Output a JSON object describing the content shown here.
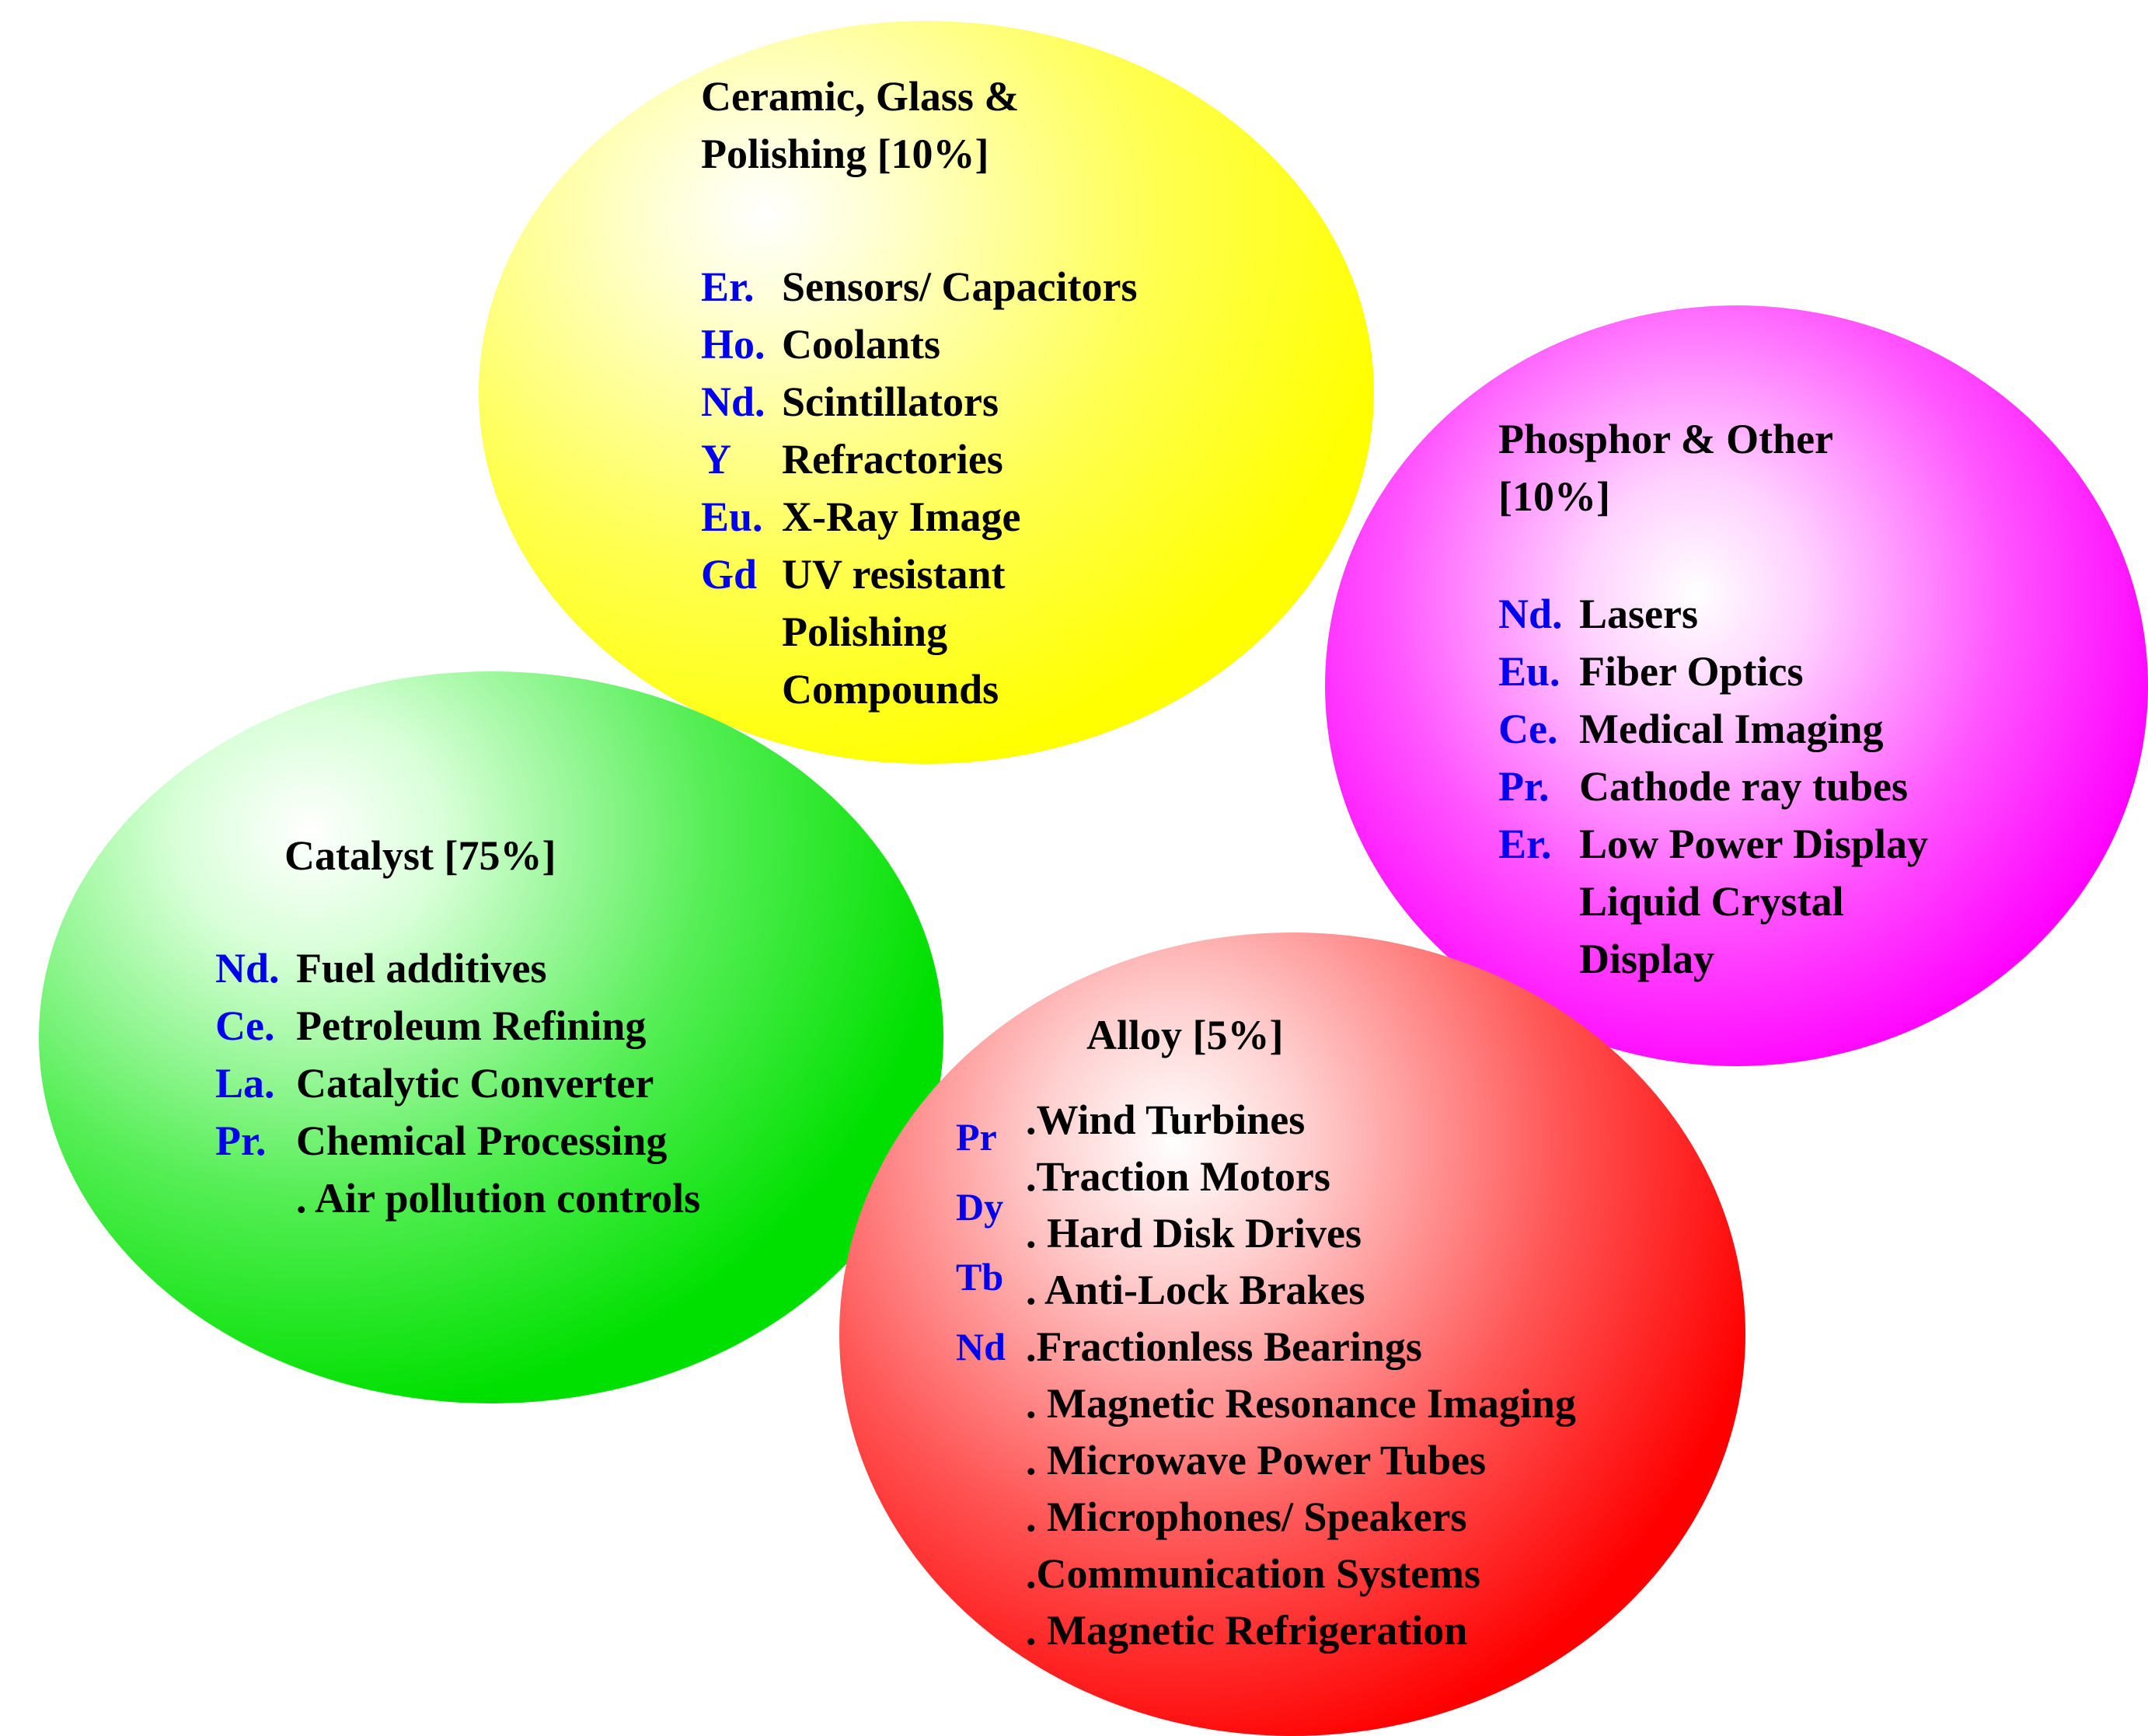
{
  "colors": {
    "ceramic_bubble": "#ffff00",
    "phosphor_bubble": "#ff00ff",
    "catalyst_bubble": "#00e000",
    "alloy_bubble": "#ff0000",
    "element_symbol": "#0000ee",
    "body_text": "#000000"
  },
  "bubbles": [
    {
      "name": "ceramic-glass-polishing",
      "title": "Ceramic, Glass &\nPolishing [10%]",
      "items": [
        {
          "symbol": "Er.",
          "text": "Sensors/ Capacitors"
        },
        {
          "symbol": "Ho.",
          "text": "Coolants"
        },
        {
          "symbol": "Nd.",
          "text": "Scintillators"
        },
        {
          "symbol": "Y",
          "text": "Refractories"
        },
        {
          "symbol": "Eu.",
          "text": "X-Ray Image"
        },
        {
          "symbol": "Gd",
          "text": "UV resistant"
        },
        {
          "symbol": "",
          "text": "Polishing"
        },
        {
          "symbol": "",
          "text": "Compounds"
        }
      ]
    },
    {
      "name": "phosphor-other",
      "title": "Phosphor & Other\n[10%]",
      "items": [
        {
          "symbol": "Nd.",
          "text": "Lasers"
        },
        {
          "symbol": "Eu.",
          "text": "Fiber Optics"
        },
        {
          "symbol": "Ce.",
          "text": "Medical Imaging"
        },
        {
          "symbol": "Pr.",
          "text": "Cathode ray tubes"
        },
        {
          "symbol": "Er.",
          "text": "Low Power Display"
        },
        {
          "symbol": "",
          "text": "Liquid Crystal"
        },
        {
          "symbol": "",
          "text": "Display"
        }
      ]
    },
    {
      "name": "catalyst",
      "title": "Catalyst [75%]",
      "items": [
        {
          "symbol": "Nd.",
          "text": "Fuel additives"
        },
        {
          "symbol": "Ce.",
          "text": "Petroleum Refining"
        },
        {
          "symbol": "La.",
          "text": "Catalytic Converter"
        },
        {
          "symbol": "Pr.",
          "text": "Chemical Processing"
        },
        {
          "symbol": "",
          "text": ". Air pollution controls"
        }
      ]
    },
    {
      "name": "alloy",
      "title": "Alloy [5%]",
      "symbols": [
        "Pr",
        "Dy",
        "Tb",
        "Nd"
      ],
      "lines": [
        ".Wind Turbines",
        ".Traction Motors",
        ". Hard Disk Drives",
        ". Anti-Lock Brakes",
        ".Fractionless Bearings",
        ". Magnetic Resonance Imaging",
        ". Microwave Power Tubes",
        ". Microphones/ Speakers",
        ".Communication Systems",
        ". Magnetic Refrigeration"
      ]
    }
  ]
}
